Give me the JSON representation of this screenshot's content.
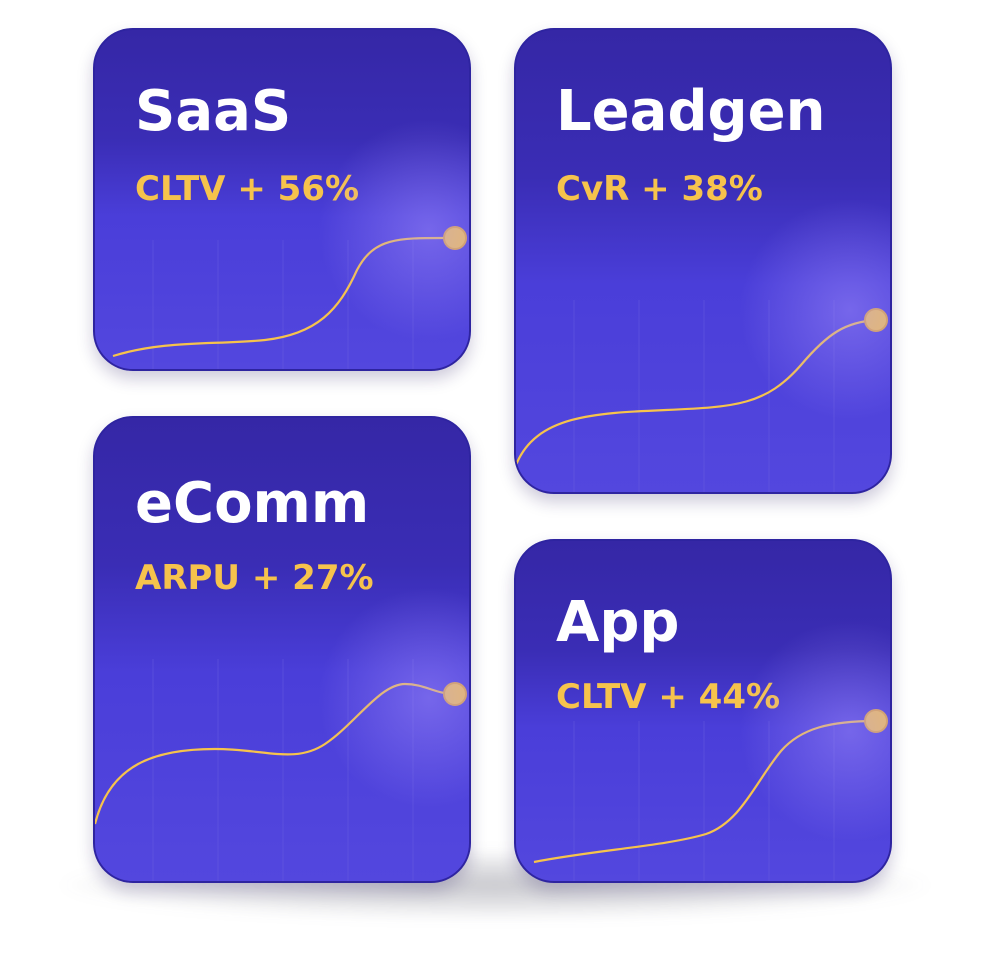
{
  "colors": {
    "card_background": "#4a3ed9",
    "title_text": "#ffffff",
    "metric_text": "#f6c34c",
    "curve": "#f6c34c",
    "gridline": "#6a5fe0"
  },
  "cards": [
    {
      "title": "SaaS",
      "metric": "CLTV + 56%"
    },
    {
      "title": "Leadgen",
      "metric": "CvR + 38%"
    },
    {
      "title": "eComm",
      "metric": "ARPU + 27%"
    },
    {
      "title": "App",
      "metric": "CLTV + 44%"
    }
  ]
}
